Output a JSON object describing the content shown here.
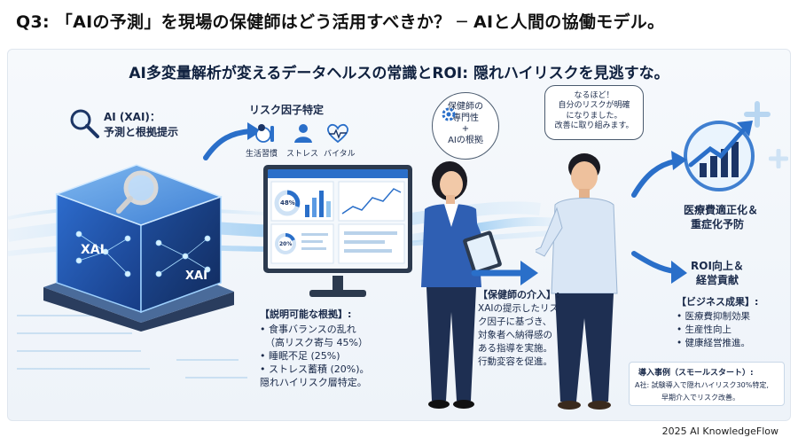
{
  "header": {
    "title": "Q3: 「AIの予測」を現場の保健師はどう活用すべきか？ ─ AIと人間の協働モデル。"
  },
  "panel": {
    "subtitle": "AI多変量解析が変えるデータヘルスの常識とROI: 隠れハイリスクを見逃すな。"
  },
  "ai_label": {
    "line1": "AI (XAI)：",
    "line2": "予測と根拠提示"
  },
  "cube": {
    "front_label": "XAI",
    "side_label": "XAI"
  },
  "risk_factors": {
    "title": "リスク因子特定",
    "items": [
      {
        "label": "生活習慣",
        "icon": "food-icon"
      },
      {
        "label": "ストレス",
        "icon": "stress-person-icon"
      },
      {
        "label": "バイタル",
        "icon": "heartbeat-icon"
      }
    ]
  },
  "dashboard": {
    "gauge_value": "48%",
    "small_gauge": "20%"
  },
  "explanation": {
    "title": "【説明可能な根拠】:",
    "lines": [
      "• 食事バランスの乱れ",
      "（高リスク寄与 45%）",
      "• 睡眠不足 (25%)",
      "• ストレス蓄積 (20%)。",
      "隠れハイリスク層特定。"
    ]
  },
  "nurse_bubble": {
    "lines": [
      "保健師の",
      "専門性",
      "+",
      "AIの根拠"
    ]
  },
  "employee_bubble": {
    "lines": [
      "なるほど！",
      "自分のリスクが明確",
      "になりました。",
      "改善に取り組みます。"
    ]
  },
  "intervention": {
    "title": "【保健師の介入】:",
    "lines": [
      "XAIの提示したリス",
      "ク因子に基づき、",
      "対象者へ納得感の",
      "ある指導を実施。",
      "行動変容を促進。"
    ]
  },
  "outcome1": {
    "line1": "医療費適正化＆",
    "line2": "重症化予防"
  },
  "outcome2": {
    "line1": "ROI向上＆",
    "line2": "経営貢献"
  },
  "business": {
    "title": "【ビジネス成果】:",
    "items": [
      "• 医療費抑制効果",
      "• 生産性向上",
      "• 健康経営推進。"
    ]
  },
  "case": {
    "title": "導入事例（スモールスタート）:",
    "line1": "A社: 試験導入で隠れハイリスク30%特定,",
    "line2": "早期介入でリスク改善。"
  },
  "footer": {
    "credit": "2025 AI KnowledgeFlow"
  },
  "colors": {
    "accent_blue": "#2a6fc9",
    "light_blue": "#8fc3ef",
    "navy": "#1b3566"
  }
}
